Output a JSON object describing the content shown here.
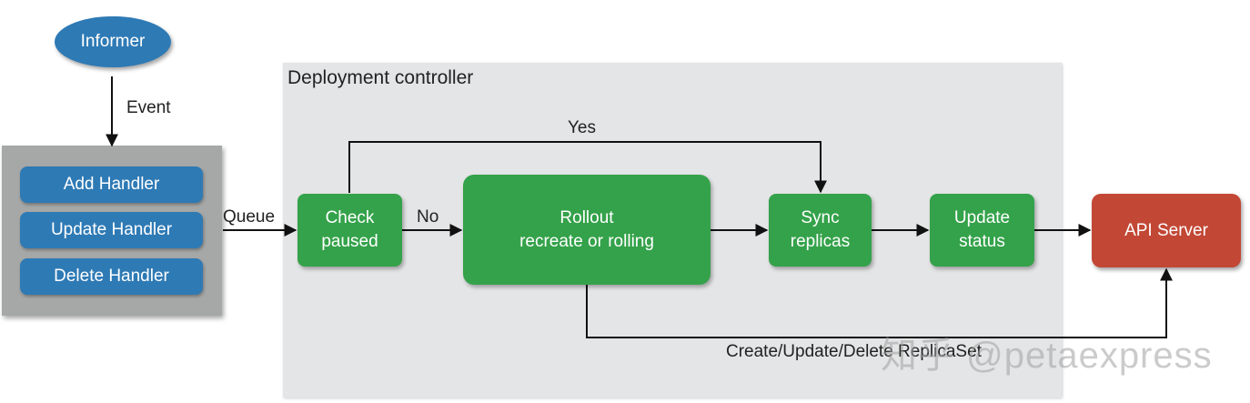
{
  "informer": {
    "label": "Informer"
  },
  "event_label": "Event",
  "handlers": [
    {
      "label": "Add Handler"
    },
    {
      "label": "Update Handler"
    },
    {
      "label": "Delete Handler"
    }
  ],
  "queue_label": "Queue",
  "controller": {
    "title": "Deployment controller"
  },
  "check_paused": {
    "line1": "Check",
    "line2": "paused"
  },
  "yes_label": "Yes",
  "no_label": "No",
  "rollout": {
    "line1": "Rollout",
    "line2": "recreate or rolling"
  },
  "sync_replicas": {
    "line1": "Sync",
    "line2": "replicas"
  },
  "update_status": {
    "line1": "Update",
    "line2": "status"
  },
  "api_server": {
    "label": "API Server"
  },
  "replicaset_label": "Create/Update/Delete ReplicaSet",
  "watermark": "知乎 @petaexpress",
  "colors": {
    "blue": "#2e7ab5",
    "green": "#34a24a",
    "red": "#c24735",
    "panel_gray": "#a6a8a8",
    "controller_bg": "#e4e5e6"
  }
}
